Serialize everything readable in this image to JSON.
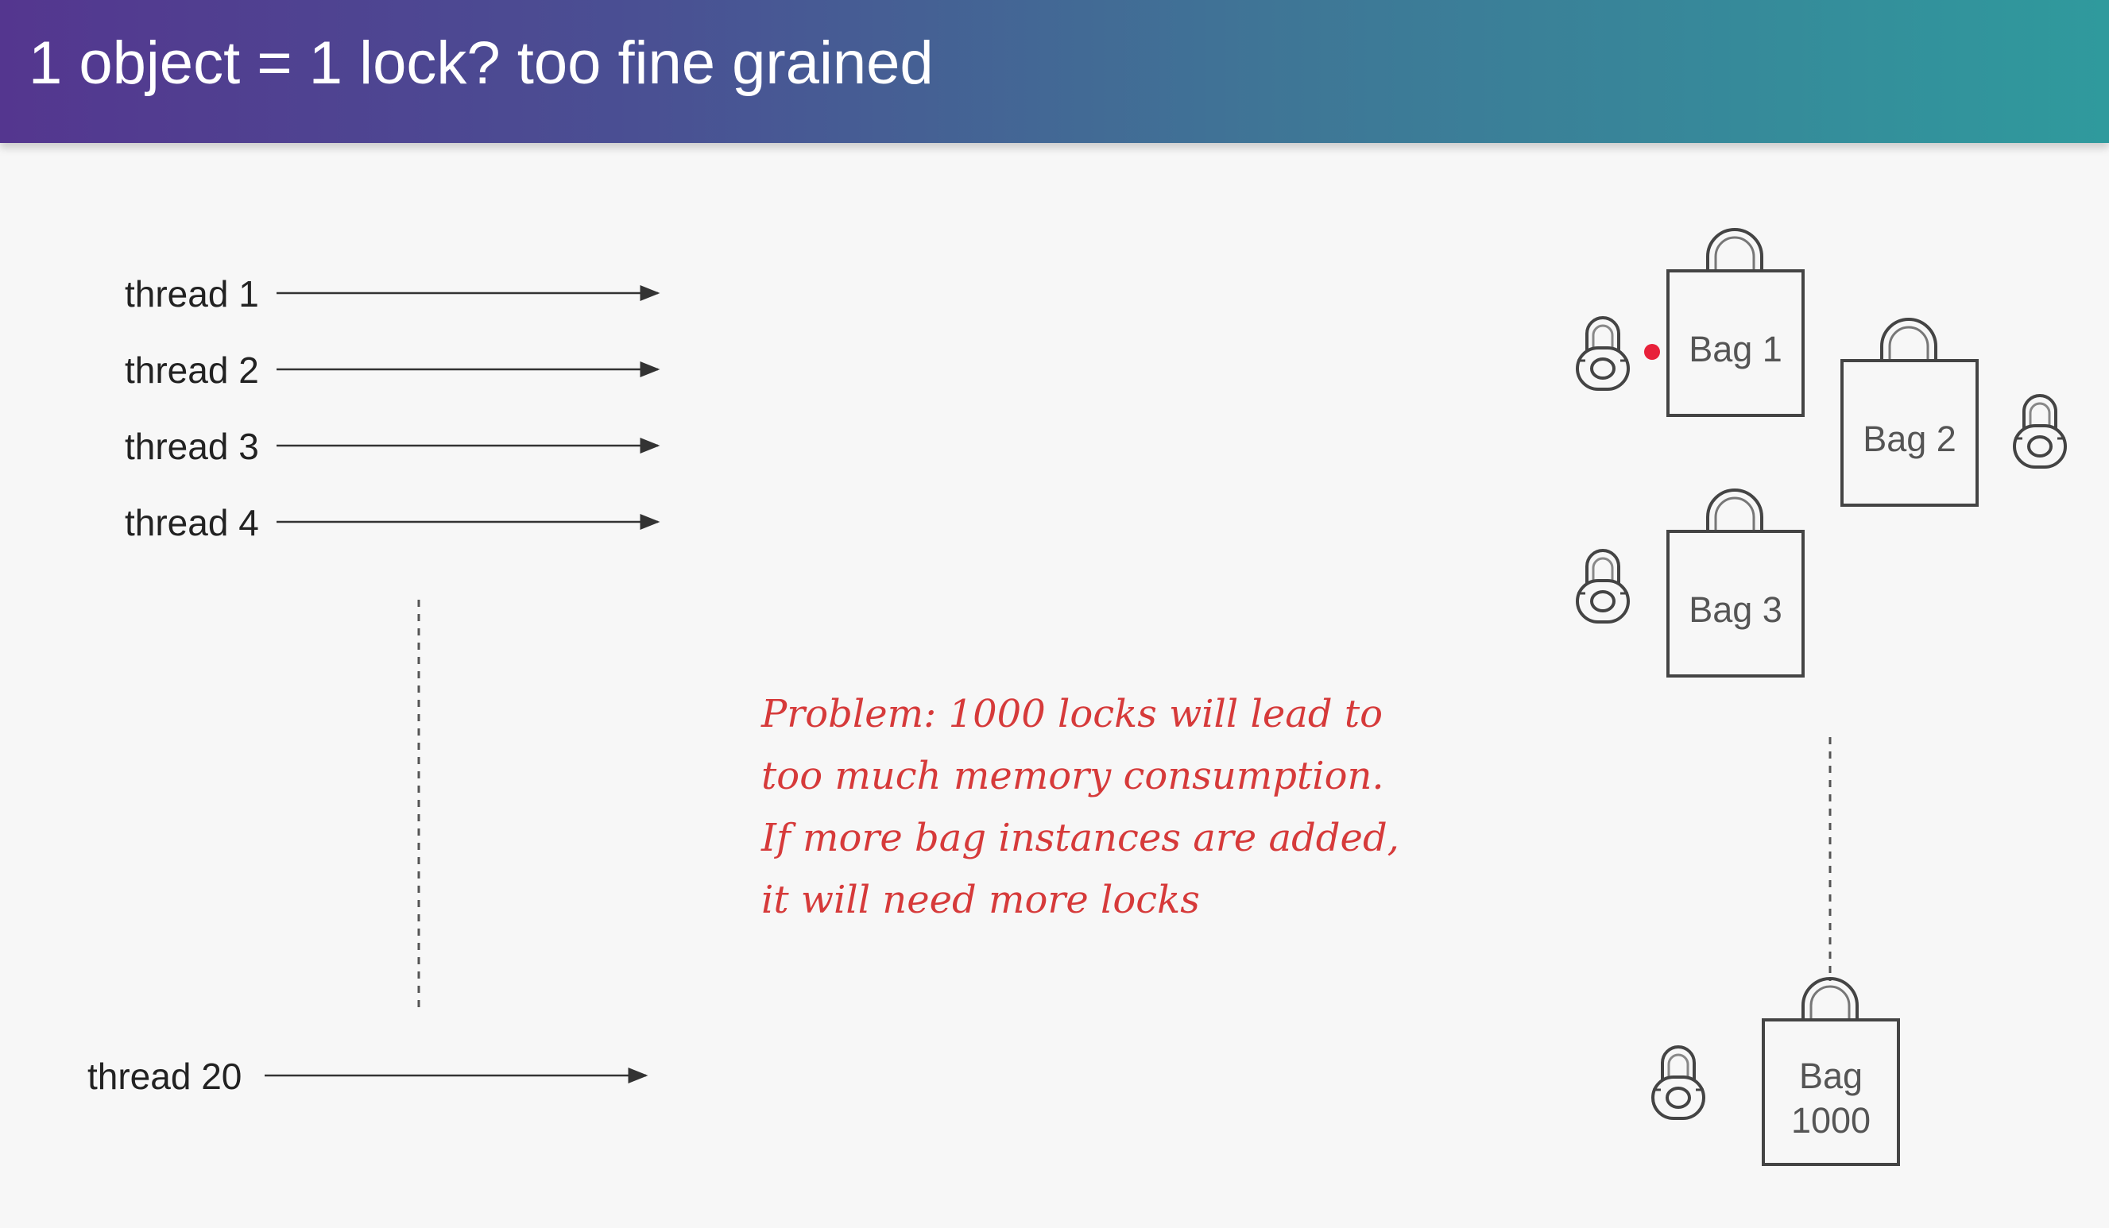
{
  "title": "1 object = 1 lock? too fine grained",
  "threads": [
    "thread 1",
    "thread 2",
    "thread 3",
    "thread 4",
    "thread 20"
  ],
  "bags": {
    "bag1": "Bag 1",
    "bag2": "Bag 2",
    "bag3": "Bag 3",
    "bag1000_line1": "Bag",
    "bag1000_line2": "1000"
  },
  "note": "Problem: 1000 locks will lead to too much memory consumption. If more bag instances are added, it will need more locks",
  "colors": {
    "note": "#d63a3a",
    "pointer_dot": "#e8213a",
    "header_start": "#54368f",
    "header_end": "#2f9a9d"
  },
  "icons": [
    "padlock-icon",
    "shopping-bag-icon",
    "arrow-icon"
  ]
}
